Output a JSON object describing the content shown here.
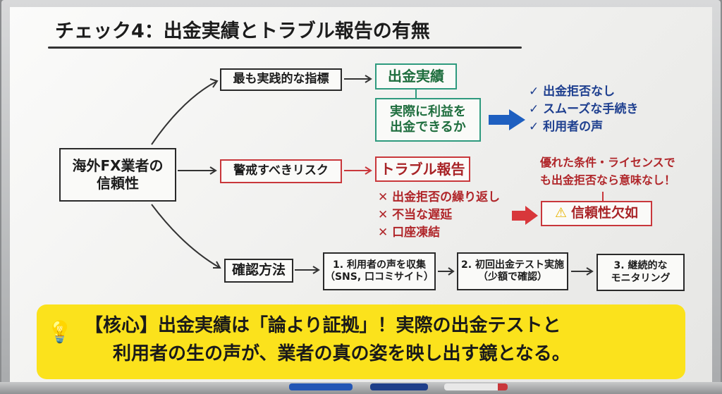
{
  "title": "チェック4：出金実績とトラブル報告の有無",
  "root": [
    "海外FX業者の",
    "信頼性"
  ],
  "branch1": {
    "label": "最も実践的な指標",
    "result": "出金実績",
    "detail": [
      "実際に利益を",
      "出金できるか"
    ],
    "checks": [
      "出金拒否なし",
      "スムーズな手続き",
      "利用者の声"
    ]
  },
  "branch2": {
    "label": "警戒すべきリスク",
    "result": "トラブル報告",
    "issues": [
      "出金拒否の繰り返し",
      "不当な遅延",
      "口座凍結"
    ],
    "note": [
      "優れた条件・ライセンスで",
      "も出金拒否なら意味なし！"
    ],
    "conclusion": "信頼性欠如"
  },
  "branch3": {
    "label": "確認方法",
    "steps": [
      [
        "1. 利用者の声を収集",
        "（SNS, 口コミサイト）"
      ],
      [
        "2. 初回出金テスト実施",
        "（少額で確認）"
      ],
      [
        "3. 継続的な",
        "モニタリング"
      ]
    ]
  },
  "callout": [
    "【核心】出金実績は「論より証拠」！実際の出金テストと",
    "利用者の生の声が、業者の真の姿を映し出す鏡となる。"
  ],
  "colors": {
    "green": "#2e9a7e",
    "red": "#c9373b",
    "blue": "#1e5fc0",
    "yellow": "#fbe21c"
  }
}
